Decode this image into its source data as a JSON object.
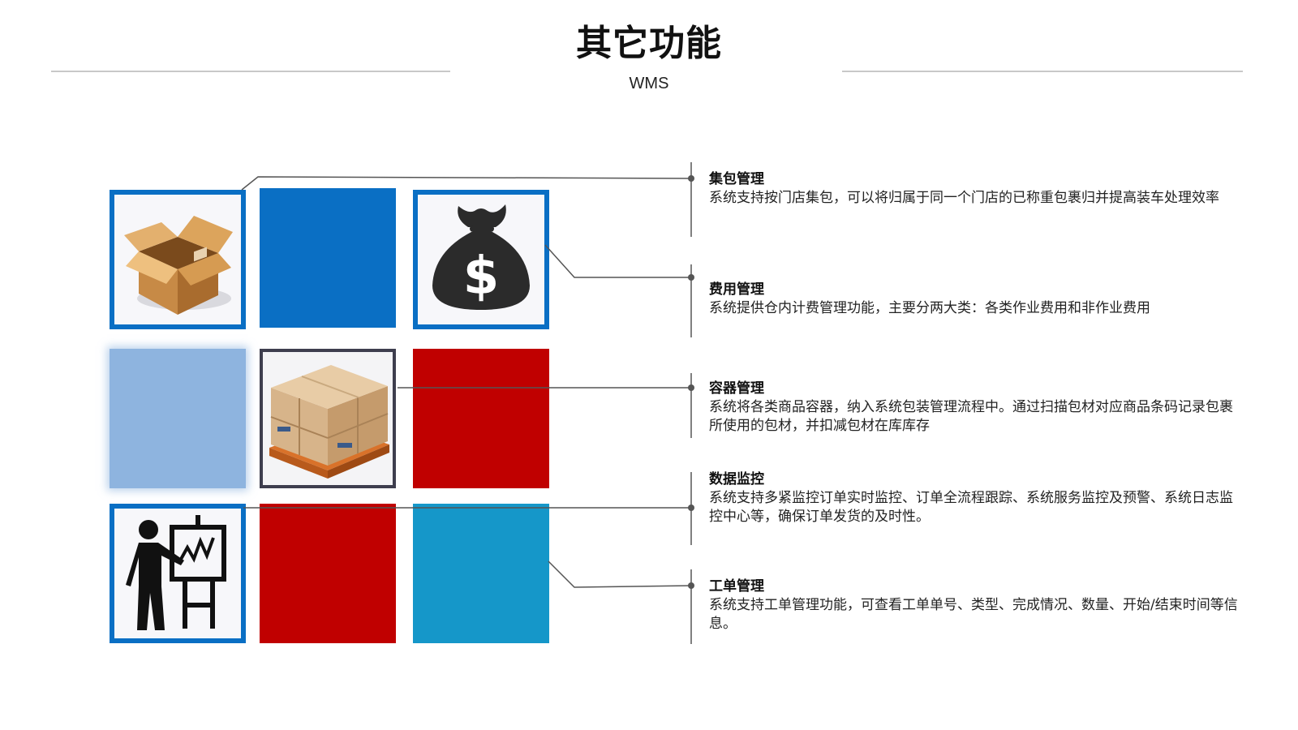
{
  "header": {
    "title": "其它功能",
    "subtitle": "WMS"
  },
  "colors": {
    "blue": "#0a6fc4",
    "light_blue": "#8eb4df",
    "red": "#c00000",
    "cyan": "#1597c9",
    "dark_frame": "#3e3e4e",
    "rule": "#c8c8c8",
    "connector": "#555555"
  },
  "tiles": [
    {
      "icon": "open-box-icon"
    },
    {
      "icon": "solid-blue"
    },
    {
      "icon": "money-bag-icon"
    },
    {
      "icon": "solid-light-blue"
    },
    {
      "icon": "pallet-boxes-icon"
    },
    {
      "icon": "solid-red"
    },
    {
      "icon": "presenter-chart-icon"
    },
    {
      "icon": "solid-red"
    },
    {
      "icon": "solid-cyan"
    }
  ],
  "money_symbol": "$",
  "features": [
    {
      "title": "集包管理",
      "description": "系统支持按门店集包，可以将归属于同一个门店的已称重包裹归并提高装车处理效率"
    },
    {
      "title": "费用管理",
      "description": "系统提供仓内计费管理功能，主要分两大类：各类作业费用和非作业费用"
    },
    {
      "title": "容器管理",
      "description": "系统将各类商品容器，纳入系统包装管理流程中。通过扫描包材对应商品条码记录包裹所使用的包材，并扣减包材在库库存"
    },
    {
      "title": "数据监控",
      "description": "系统支持多紧监控订单实时监控、订单全流程跟踪、系统服务监控及预警、系统日志监控中心等，确保订单发货的及时性。"
    },
    {
      "title": "工单管理",
      "description": "系统支持工单管理功能，可查看工单单号、类型、完成情况、数量、开始/结束时间等信息。"
    }
  ]
}
